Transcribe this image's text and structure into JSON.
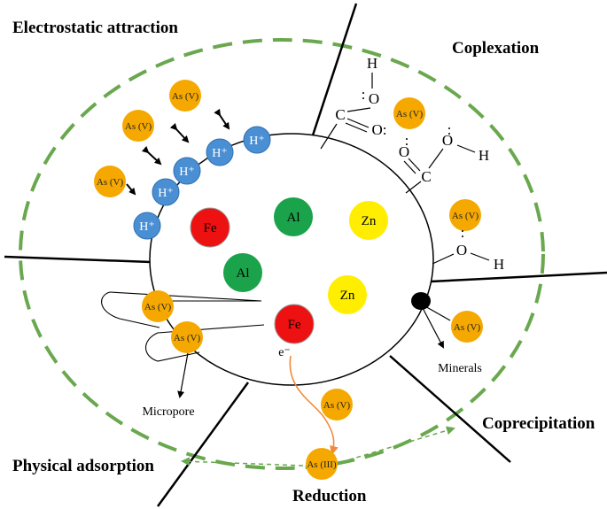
{
  "headings": {
    "electrostatic": "Electrostatic attraction",
    "complexation": "Coplexation",
    "coprecipitation": "Coprecipitation",
    "physical": "Physical adsorption",
    "reduction": "Reduction"
  },
  "labels": {
    "as5": "As (V)",
    "as3": "As (III)",
    "hplus": "H⁺",
    "fe": "Fe",
    "al": "Al",
    "zn": "Zn",
    "micropore": "Micropore",
    "minerals": "Minerals",
    "electron": "e⁻"
  },
  "chem": {
    "h": "H",
    "o": "O",
    "c": "C",
    "o_colon": "O:",
    "oh_o": "O",
    "oh_h": "H",
    "lone_pair": ":",
    "carbonyl_o": "O",
    "oh2_o": "O",
    "oh2_h": "H"
  },
  "colors": {
    "as_ball": "#f5a800",
    "h_ball": "#4a8fd4",
    "fe_ball": "#ee1111",
    "al_ball": "#1aa34a",
    "zn_ball": "#ffee00",
    "dashed_ring": "#6aa84f",
    "reduction_arrow": "#f08a3c"
  }
}
